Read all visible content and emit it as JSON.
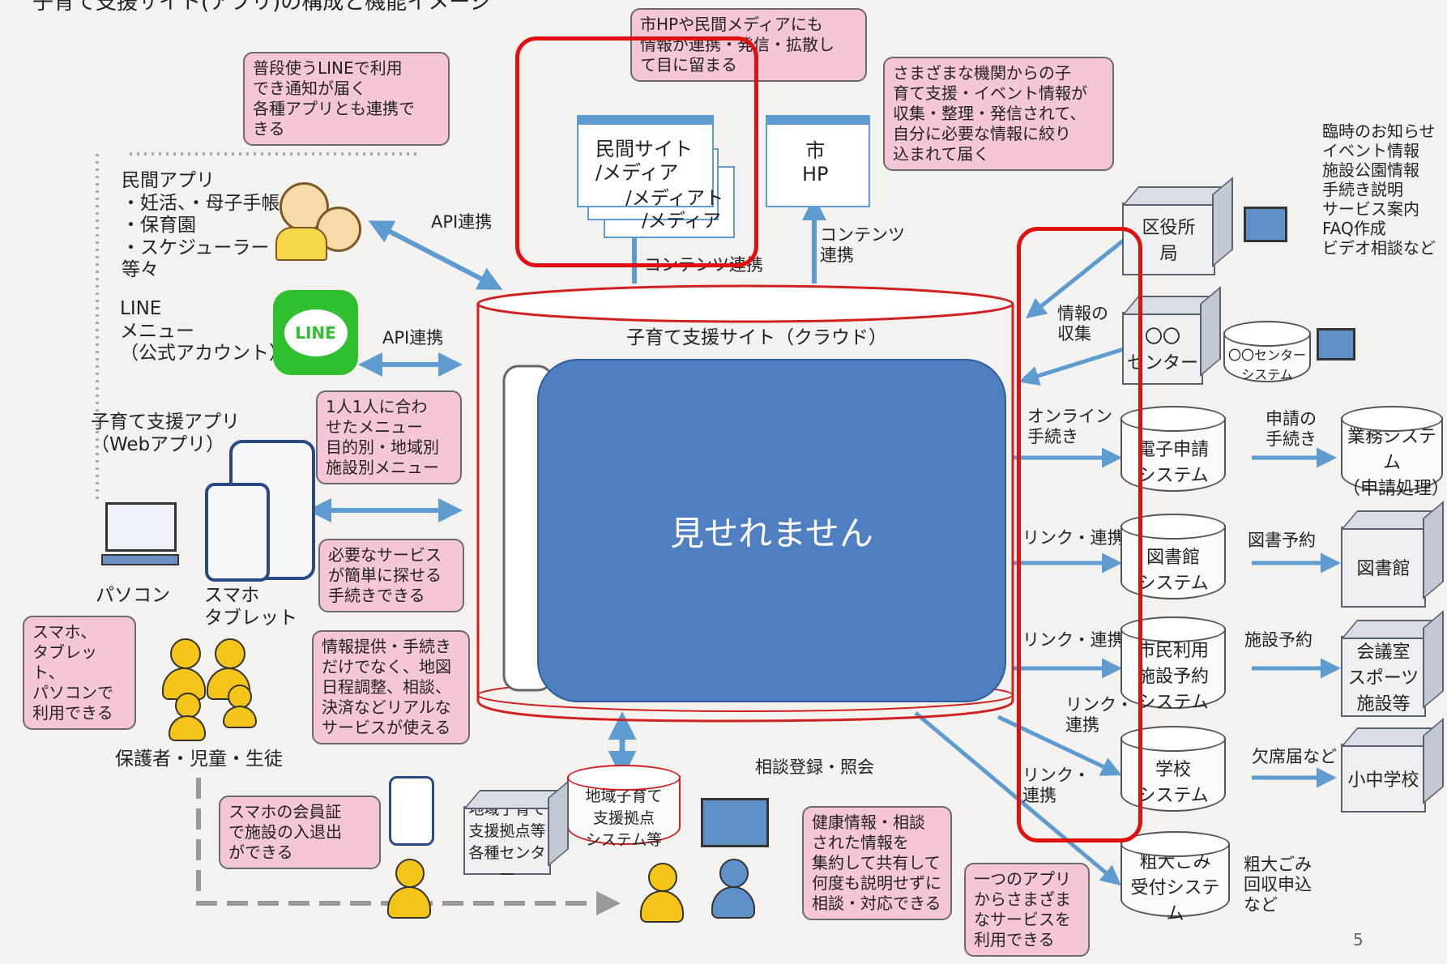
{
  "title": "子育て支援サイト(アプリ)の構成と機能イメージ",
  "page_number": "5",
  "overlay": {
    "text": "見せれません",
    "color": "#4f7fc0"
  },
  "highlight_color": "#e01010",
  "bubbles": {
    "line_notice": "普段使うLINEで利用\nでき通知が届く\n各種アプリとも連携で\nきる",
    "media": "市HPや民間メディアにも\n情報が連携・発信・拡散し\nて目に留まる",
    "info_collect": "さまざまな機関からの子\n育て支援・イベント情報が\n収集・整理・発信されて、\n自分に必要な情報に絞り\n込まれて届く",
    "menu": "1人1人に合わ\nせたメニュー\n目的別・地域別\n施設別メニュー",
    "service_search": "必要なサービス\nが簡単に探せる\n手続きできる",
    "realtime": "情報提供・手続き\nだけでなく、地図\n日程調整、相談、\n決済などリアルな\nサービスが使える",
    "devices": "スマホ、\nタブレット、\nパソコンで\n利用できる",
    "member_card": "スマホの会員証\nで施設の入退出\nができる",
    "health": "健康情報・相談\nされた情報を\n集約して共有して\n何度も説明せずに\n相談・対応できる",
    "one_app": "一つのアプリ\nからさまざま\nなサービスを\n利用できる"
  },
  "labels": {
    "private_apps": "民間アプリ\n・妊活、・母子手帳\n・保育園\n・スケジューラー\n等々",
    "line_menu": "LINE\nメニュー\n（公式アカウント）",
    "line_logo": "LINE",
    "api_link_1": "API連携",
    "api_link_2": "API連携",
    "kosodate_app": "子育て支援アプリ\n（Webアプリ）",
    "pc": "パソコン",
    "smartphone": "スマホ\nタブレット",
    "guardians": "保護者・児童・生徒",
    "private_site": "民間サイト\n/メディア",
    "private_site_back1": "/メディアト",
    "private_site_back2": "/メディア",
    "city_hp": "市\nHP",
    "content_link_1": "コンテンツ連携",
    "content_link_2": "コンテンツ\n連携",
    "cloud": "子育て支援サイト（クラウド）",
    "info_gather": "情報の\n収集",
    "online_proc": "オンライン\n手続き",
    "link_1": "リンク・連携",
    "link_2": "リンク・連携",
    "link_3": "リンク・\n連携",
    "link_4": "リンク・\n連携",
    "consult": "相談登録・照会",
    "apply_proc": "申請の\n手続き",
    "book_reserve": "図書予約",
    "facility_reserve": "施設予約",
    "absence": "欠席届など",
    "large_garbage_note": "粗大ごみ\n回収申込\nなど",
    "notices": "臨時のお知らせ\nイベント情報\n施設公園情報\n手続き説明\nサービス案内\nFAQ作成\nビデオ相談など",
    "ward_office": "区役所\n局",
    "center": "〇〇\nセンター",
    "center_system": "〇〇センター\nシステム",
    "e_application": "電子申請\nシステム",
    "business_system": "業務システム\n（申請処理）",
    "library_system": "図書館\nシステム",
    "library": "図書館",
    "facility_system": "市民利用\n施設予約\nシステム",
    "facility": "会議室\nスポーツ\n施設等",
    "school_system": "学校\nシステム",
    "school": "小中学校",
    "garbage_system": "粗大ごみ\n受付システム",
    "local_base": "地域子育て\n支援拠点\nシステム等",
    "local_center": "地域子育て\n支援拠点等\n各種センター"
  }
}
